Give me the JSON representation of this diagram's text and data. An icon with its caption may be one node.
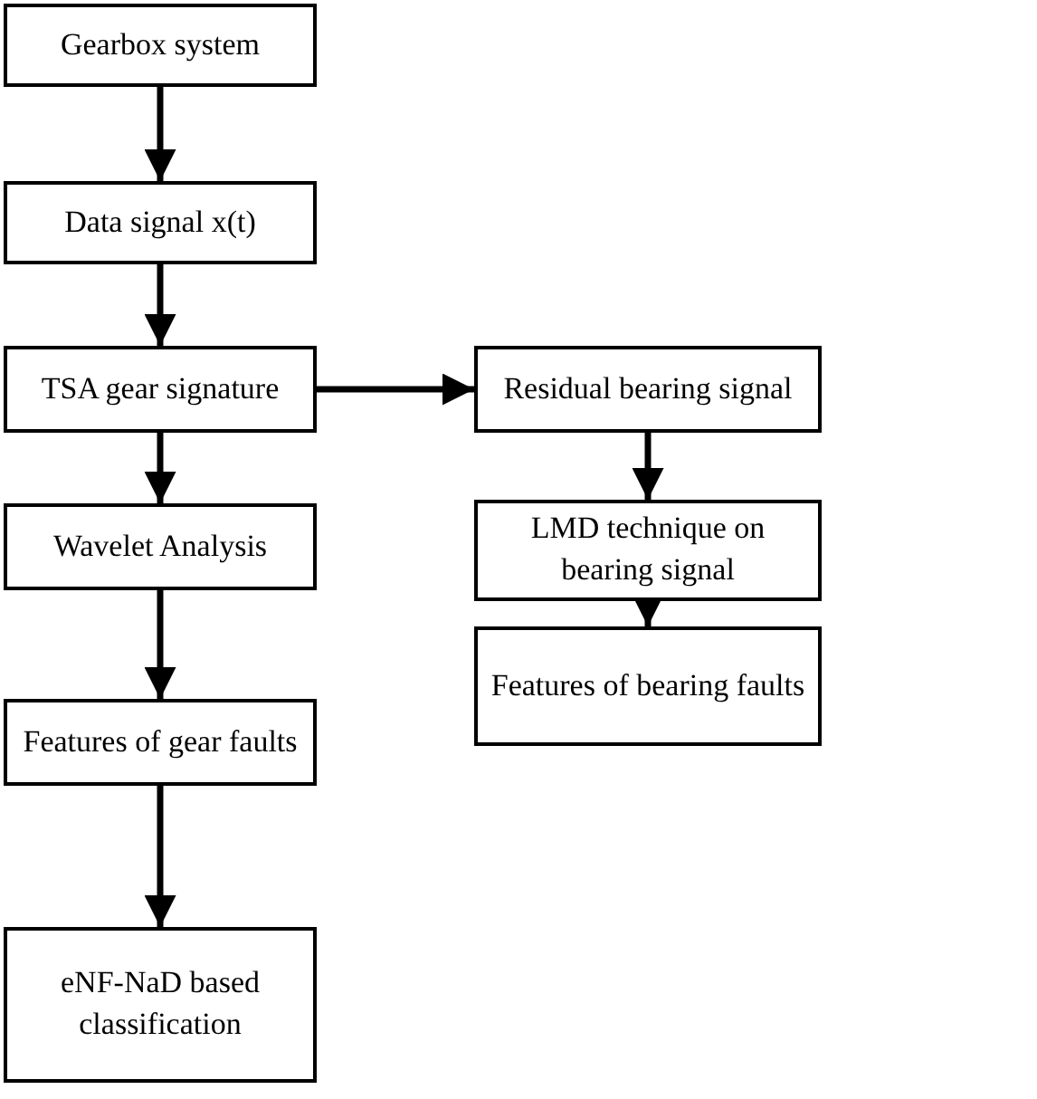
{
  "diagram": {
    "nodes": [
      {
        "text": [
          "Gearbox system"
        ]
      },
      {
        "text": [
          "Data signal x(t)"
        ]
      },
      {
        "text": [
          "TSA gear signature"
        ]
      },
      {
        "text": [
          "Residual bearing signal"
        ]
      },
      {
        "text": [
          "Wavelet Analysis"
        ]
      },
      {
        "text": [
          "LMD technique on bearing signal"
        ]
      },
      {
        "text": [
          "Features of  gear faults"
        ]
      },
      {
        "text": [
          "Features of bearing faults"
        ]
      },
      {
        "text": [
          "eNF-NaD based classification"
        ]
      }
    ],
    "edges": [
      {
        "from": 0,
        "to": 1,
        "arrow": "to"
      },
      {
        "from": 1,
        "to": 2,
        "arrow": "to"
      },
      {
        "from": 2,
        "to": 3,
        "arrow": "to"
      },
      {
        "from": 2,
        "to": 4,
        "arrow": "to"
      },
      {
        "from": 3,
        "to": 5,
        "arrow": "to"
      },
      {
        "from": 4,
        "to": 6,
        "arrow": "to"
      },
      {
        "from": 5,
        "to": 7,
        "arrow": "to"
      },
      {
        "from": 6,
        "to": 8,
        "arrow": "to"
      }
    ]
  }
}
